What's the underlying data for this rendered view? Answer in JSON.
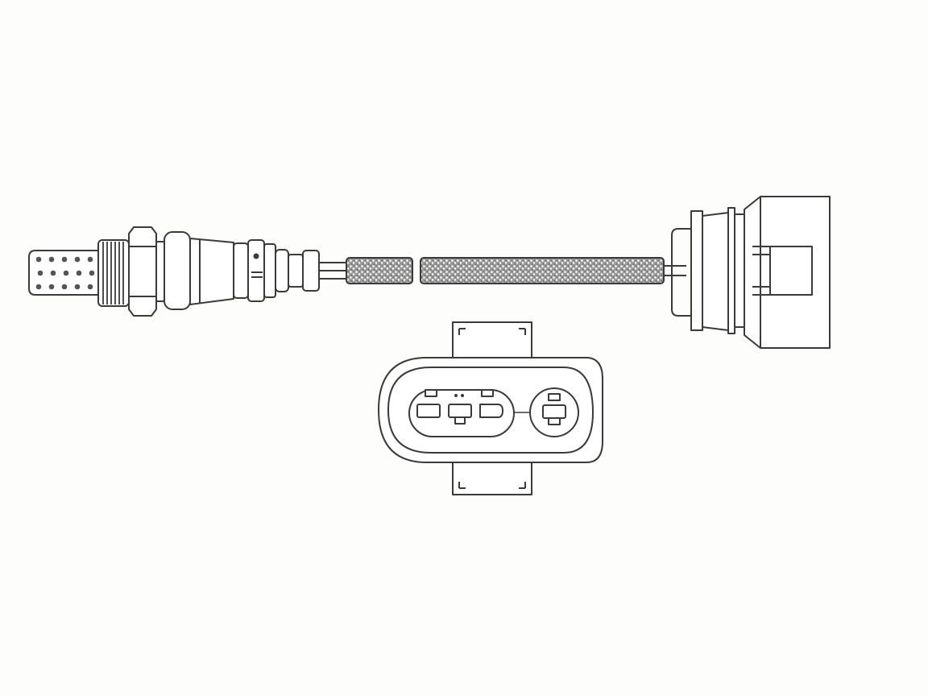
{
  "drawing": {
    "background": "#fdfdfb",
    "line_color": "#3a3a3a",
    "fill_color": "#ffffff",
    "braid_color": "#8a8a8a",
    "connector_front_view": {
      "cavity_count": 4,
      "cavity_groups": [
        3,
        1
      ]
    }
  }
}
